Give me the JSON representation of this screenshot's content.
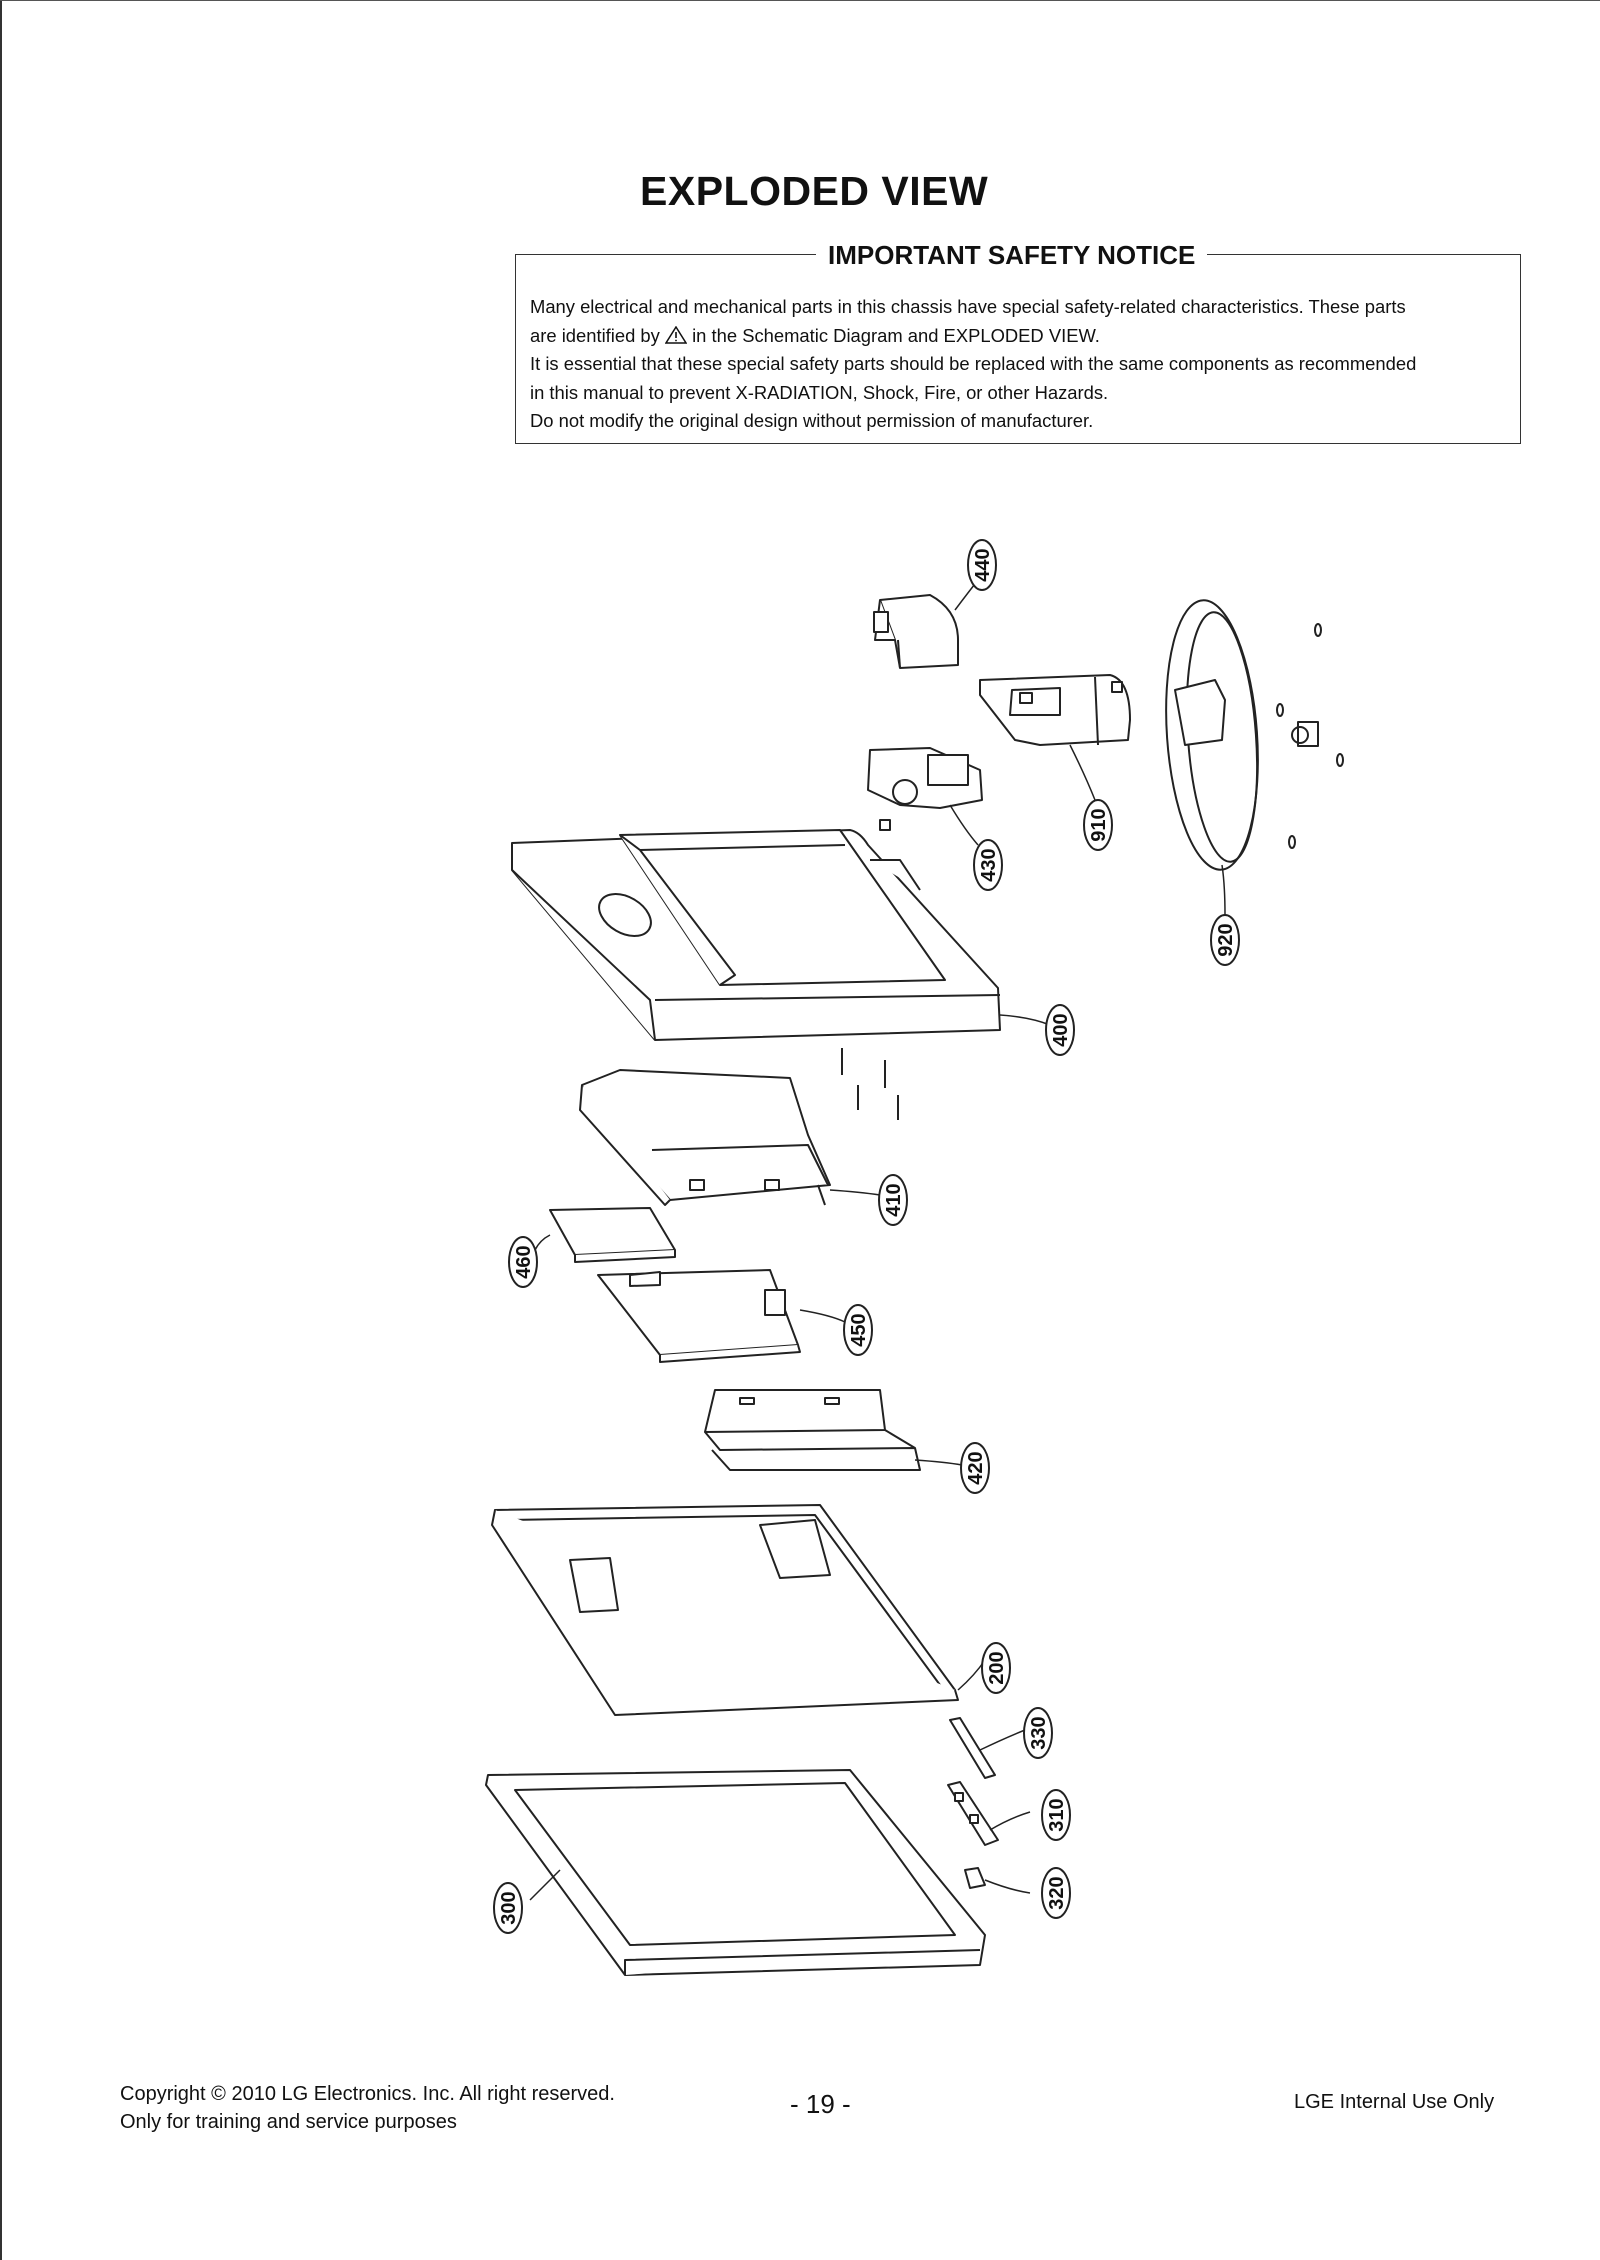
{
  "title": "EXPLODED VIEW",
  "notice": {
    "heading": "IMPORTANT SAFETY NOTICE",
    "line1": "Many electrical and mechanical parts in this chassis have special safety-related characteristics. These parts",
    "line2_pre": "are identified by",
    "line2_post": "in the Schematic Diagram and EXPLODED VIEW.",
    "line3": "It is essential that these special safety parts should be replaced with the same components as recommended",
    "line4": "in this manual to prevent X-RADIATION, Shock, Fire, or other Hazards.",
    "line5": "Do not modify the original design without permission of manufacturer."
  },
  "callouts": [
    "440",
    "910",
    "430",
    "920",
    "400",
    "410",
    "460",
    "450",
    "420",
    "200",
    "330",
    "310",
    "320",
    "300"
  ],
  "footer": {
    "copyright": "Copyright © 2010 LG Electronics. Inc. All right reserved.",
    "purpose": "Only for training and service purposes",
    "page": "- 19 -",
    "internal": "LGE Internal Use Only"
  }
}
